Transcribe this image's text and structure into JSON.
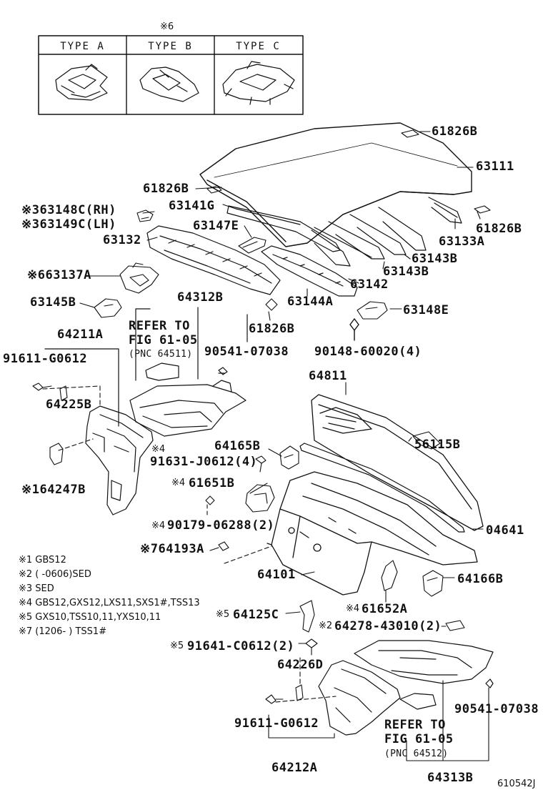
{
  "type_table": {
    "note_mark": "※6",
    "headers": [
      "TYPE A",
      "TYPE B",
      "TYPE C"
    ]
  },
  "labels": {
    "p61826B_1": "61826B",
    "p63111": "63111",
    "p61826B_2": "61826B",
    "p63148C": "※363148C(RH)",
    "p63149C": "※363149C(LH)",
    "p63141G": "63141G",
    "p61826B_3": "61826B",
    "p63133A": "63133A",
    "p63147E": "63147E",
    "p63132": "63132",
    "p63143B_1": "63143B",
    "p63143B_2": "63143B",
    "p63137A": "※663137A",
    "p63142": "63142",
    "p63144A": "63144A",
    "p63145B": "63145B",
    "p64312B": "64312B",
    "p63148E": "63148E",
    "p61826B_4": "61826B",
    "p64211A": "64211A",
    "p90541_1": "90541-07038",
    "p90148": "90148-60020(4)",
    "p91611_1": "91611-G0612",
    "p64811": "64811",
    "p64225B": "64225B",
    "p56115B": "56115B",
    "p64165B": "64165B",
    "p91631": "91631-J0612(4)",
    "p64247B": "※164247B",
    "p61651B": "61651B",
    "p90179": "90179-06288(2)",
    "p04641": "04641",
    "p64193A": "※764193A",
    "p64101": "64101",
    "p64166B": "64166B",
    "p61652A": "61652A",
    "p64125C": "64125C",
    "p64278": "64278-43010(2)",
    "p91641": "91641-C0612(2)",
    "p64226D": "64226D",
    "p90541_2": "90541-07038",
    "p91611_2": "91611-G0612",
    "p64212A": "64212A",
    "p64313B": "64313B",
    "note4a": "※4",
    "note4b": "※4",
    "note4c": "※4",
    "note4d": "※4",
    "note2": "※2",
    "note5a": "※5",
    "note5b": "※5"
  },
  "refer_1": {
    "line1": "REFER TO",
    "line2": "FIG 61-05",
    "line3": "(PNC 64511)"
  },
  "refer_2": {
    "line1": "REFER TO",
    "line2": "FIG 61-05",
    "line3": "(PNC 64512)"
  },
  "legend_notes": [
    "※1 GBS12",
    "※2 (          -0606)SED",
    "※3 SED",
    "※4 GBS12,GXS12,LXS11,SXS1#,TSS13",
    "※5 GXS10,TSS10,11,YXS10,11",
    "※7 (1206-          ) TSS1#"
  ],
  "figure_code": "610542J"
}
